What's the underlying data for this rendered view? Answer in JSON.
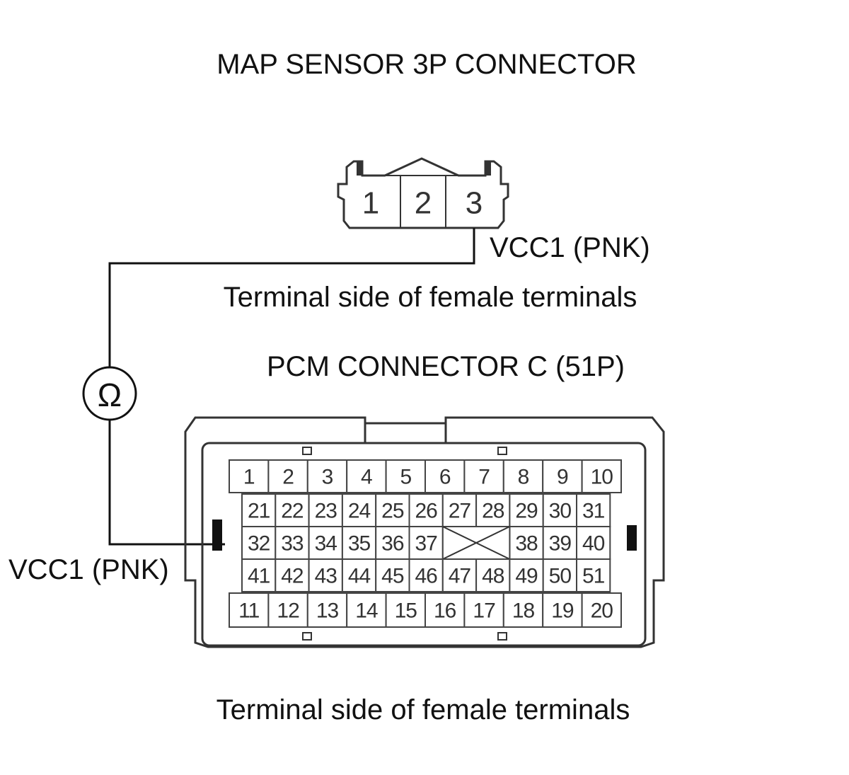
{
  "map_connector": {
    "title": "MAP SENSOR 3P CONNECTOR",
    "pins": [
      "1",
      "2",
      "3"
    ],
    "wire_label": "VCC1 (PNK)",
    "view_note": "Terminal side of female terminals"
  },
  "pcm_connector": {
    "title": "PCM CONNECTOR C (51P)",
    "wire_label": "VCC1 (PNK)",
    "view_note": "Terminal side of female terminals",
    "rows": [
      [
        "1",
        "2",
        "3",
        "4",
        "5",
        "6",
        "7",
        "8",
        "9",
        "10"
      ],
      [
        "21",
        "22",
        "23",
        "24",
        "25",
        "26",
        "27",
        "28",
        "29",
        "30",
        "31"
      ],
      [
        "32",
        "33",
        "34",
        "35",
        "36",
        "37",
        "",
        "",
        "38",
        "39",
        "40"
      ],
      [
        "41",
        "42",
        "43",
        "44",
        "45",
        "46",
        "47",
        "48",
        "49",
        "50",
        "51"
      ],
      [
        "11",
        "12",
        "13",
        "14",
        "15",
        "16",
        "17",
        "18",
        "19",
        "20"
      ]
    ]
  },
  "meter": {
    "symbol": "Ω",
    "icon": "ohmmeter-icon"
  },
  "colors": {
    "line": "#111111",
    "connector": "#333333",
    "background": "#ffffff"
  }
}
